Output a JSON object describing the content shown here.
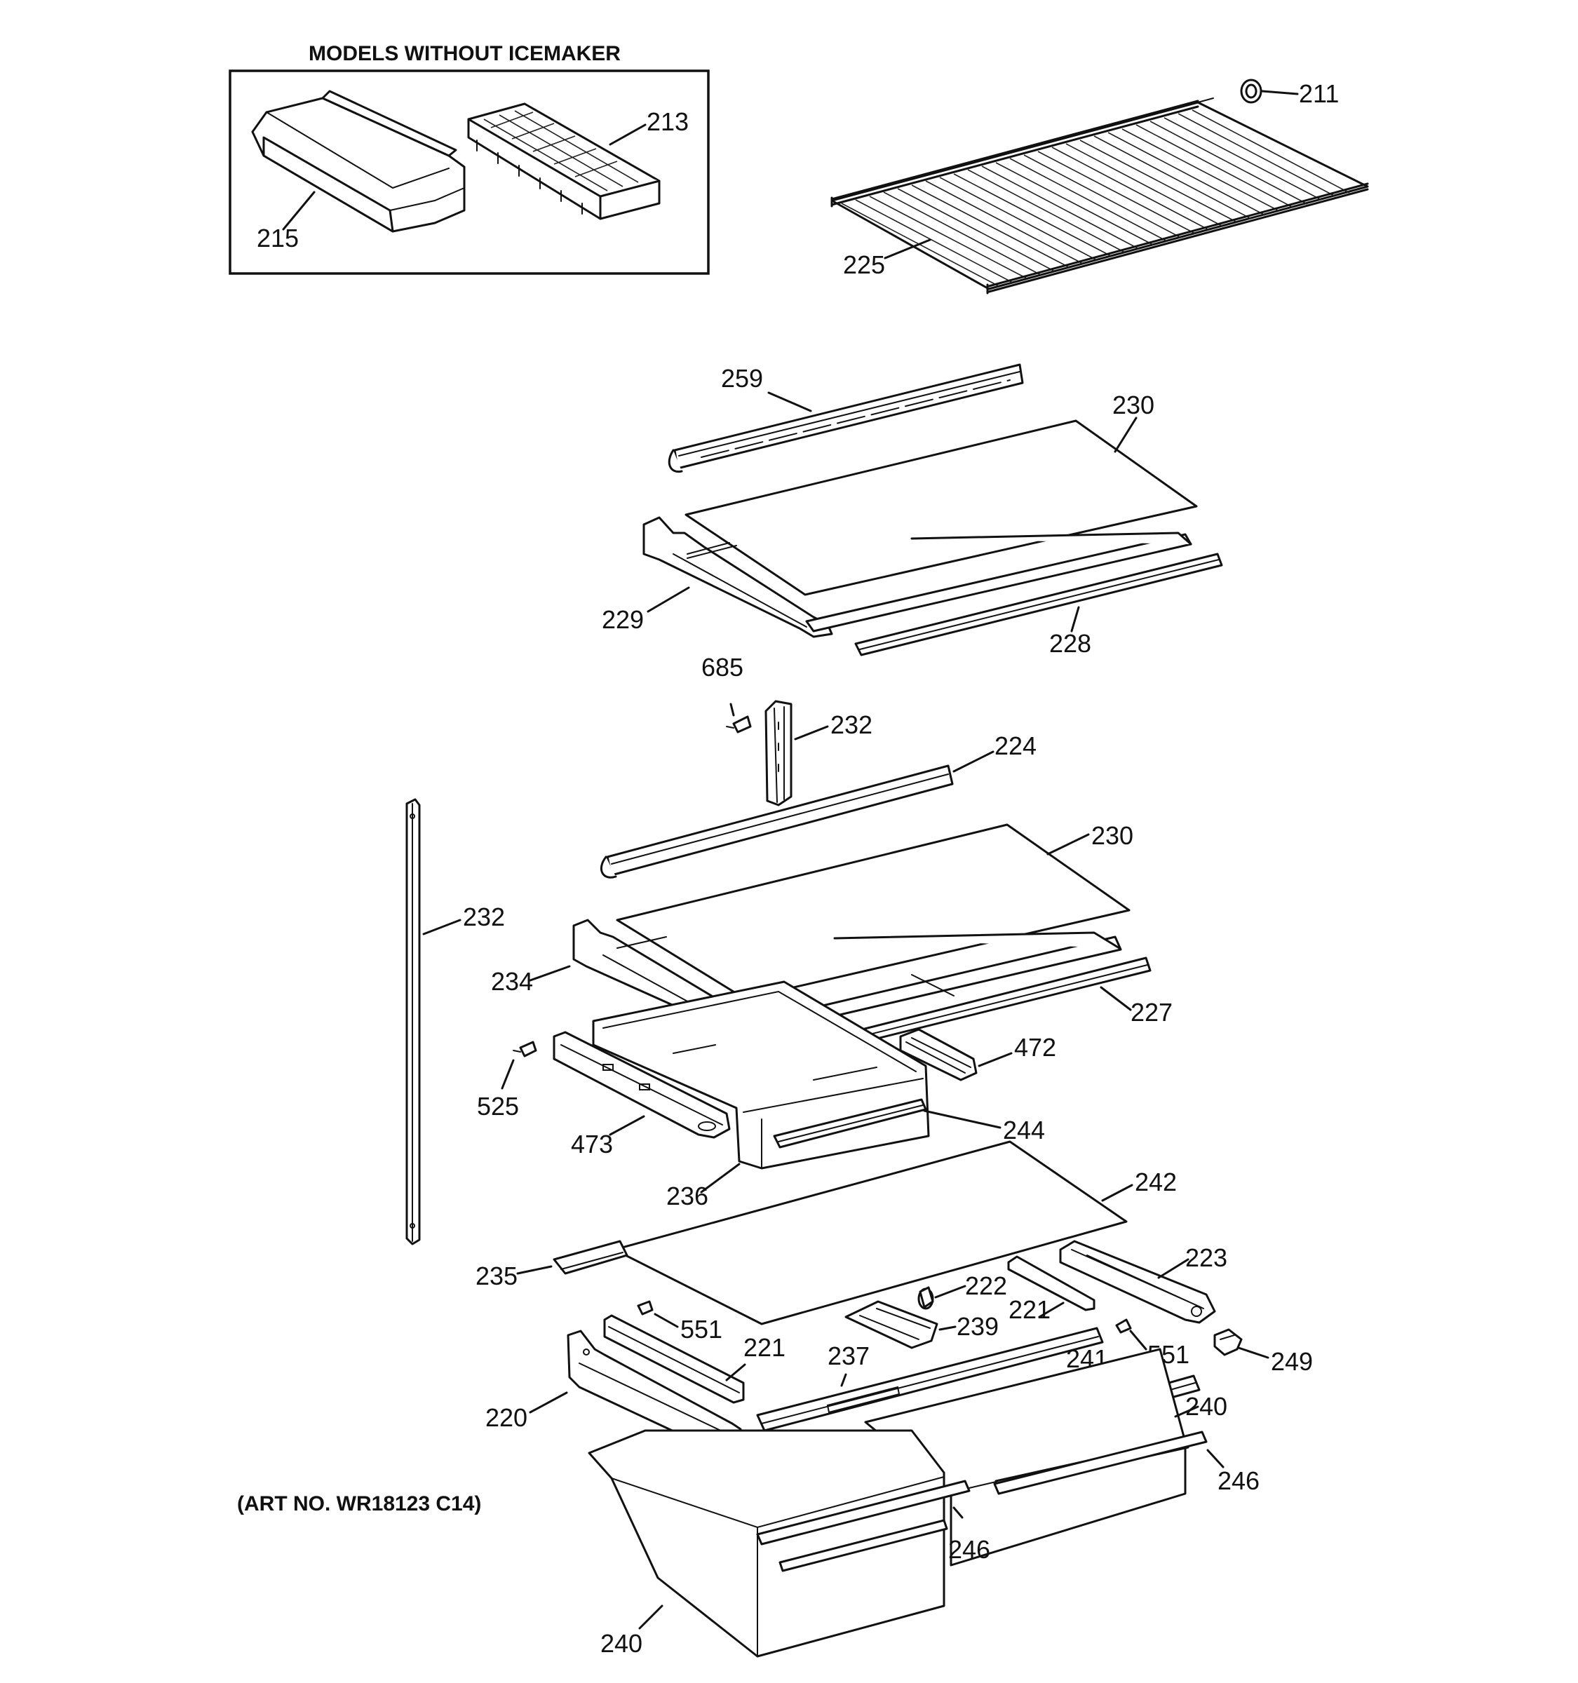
{
  "inset": {
    "title": "MODELS WITHOUT ICEMAKER"
  },
  "art_number": "(ART NO. WR18123 C14)",
  "callouts": {
    "c211": "211",
    "c213": "213",
    "c215": "215",
    "c225": "225",
    "c259": "259",
    "c230_top": "230",
    "c229": "229",
    "c228": "228",
    "c685": "685",
    "c232_mid": "232",
    "c224": "224",
    "c230_mid": "230",
    "c232_left": "232",
    "c234": "234",
    "c227": "227",
    "c472": "472",
    "c525": "525",
    "c473": "473",
    "c244": "244",
    "c236": "236",
    "c242": "242",
    "c223": "223",
    "c235": "235",
    "c222": "222",
    "c221_right": "221",
    "c239": "239",
    "c551_left": "551",
    "c551_right": "551",
    "c249": "249",
    "c221_left": "221",
    "c237": "237",
    "c241": "241",
    "c240_right": "240",
    "c220": "220",
    "c246_right": "246",
    "c246_left": "246",
    "c240_left": "240"
  }
}
